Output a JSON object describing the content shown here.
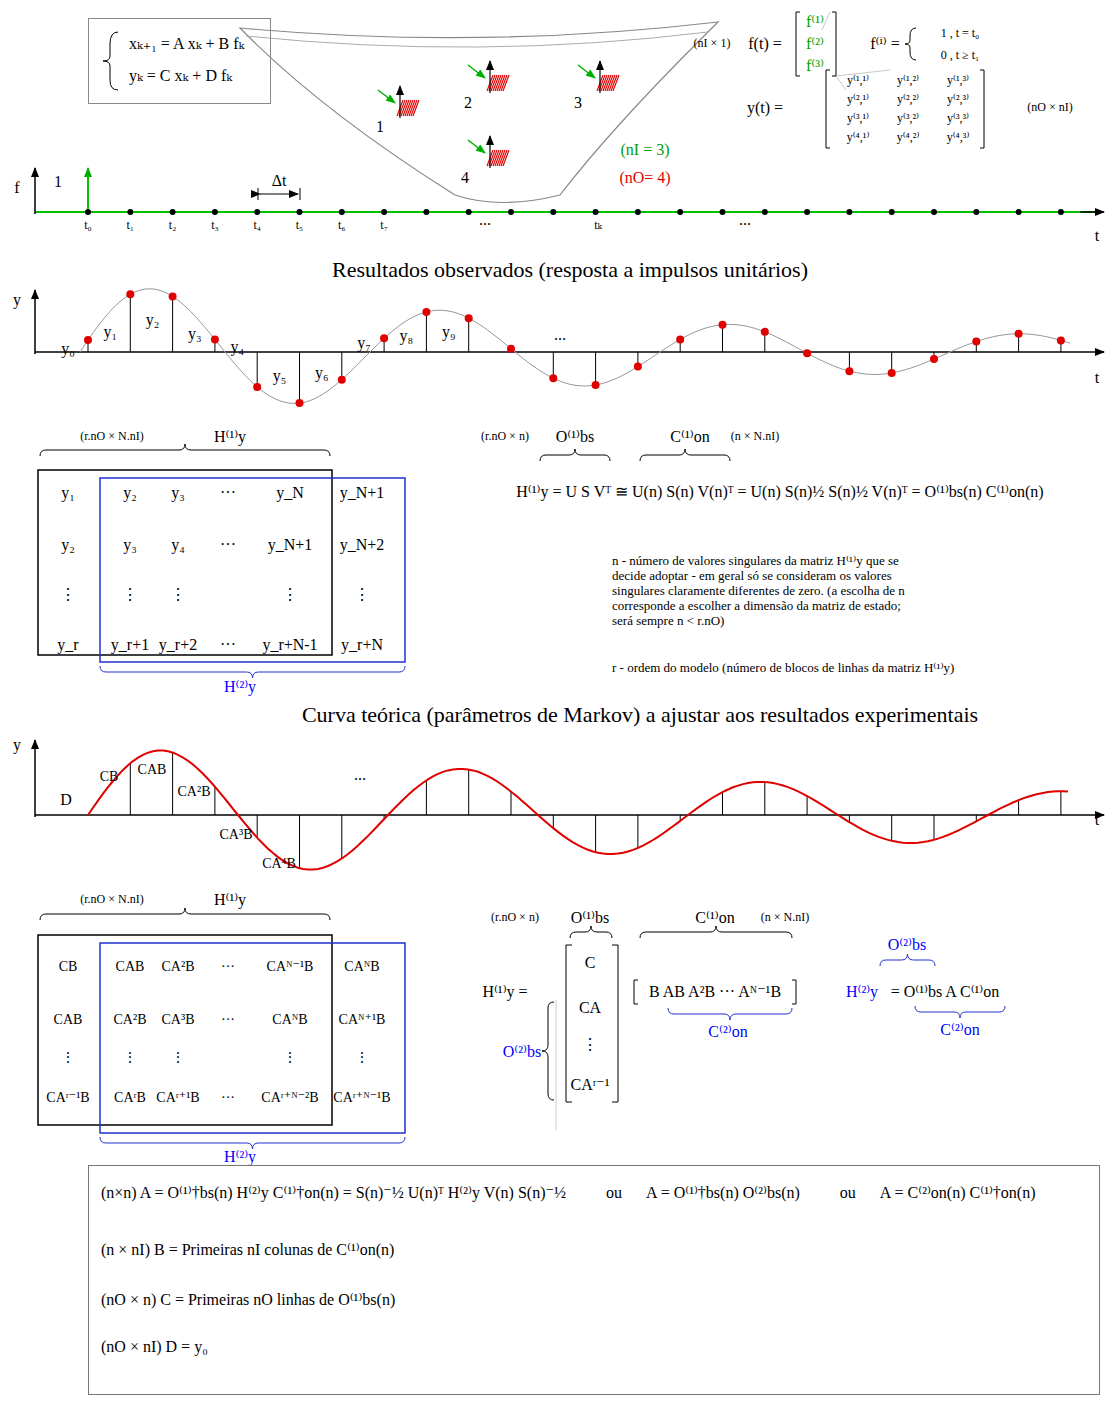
{
  "diagram": {
    "nodes": [
      {
        "text": [
          "xₖ₊₁ = A xₖ + B fₖ",
          "yₖ = C xₖ + D fₖ"
        ]
      },
      {
        "text": [
          "(n×n)  A = O⁽¹⁾†bs(n) H⁽²⁾y C⁽¹⁾†on(n) = S(n)⁻½ U(n)ᵀ H⁽²⁾y V(n) S(n)⁻½",
          "ou",
          "A = O⁽¹⁾†bs(n) O⁽²⁾bs(n)",
          "ou",
          "A = C⁽²⁾on(n) C⁽¹⁾†on(n)",
          "(n × nI)  B = Primeiras nI colunas de C⁽¹⁾on(n)",
          "(nO × n)  C = Primeiras nO linhas de O⁽¹⁾bs(n)",
          "(nO × nI)  D = y₀"
        ]
      }
    ],
    "labels": [
      "1",
      "2",
      "3",
      "4",
      "(nI = 3)",
      "(nO= 4)",
      "(nI × 1)",
      "f(t) =",
      "f⁽¹⁾",
      "f⁽²⁾",
      "f⁽³⁾",
      "f⁽ⁱ⁾ =",
      "1   , t = t₀",
      "0   , t ≥ t₁",
      "y(t) =",
      "y⁽¹,¹⁾",
      "y⁽¹,²⁾",
      "y⁽¹,³⁾",
      "y⁽²,¹⁾",
      "y⁽²,²⁾",
      "y⁽²,³⁾",
      "y⁽³,¹⁾",
      "y⁽³,²⁾",
      "y⁽³,³⁾",
      "y⁽⁴,¹⁾",
      "y⁽⁴,²⁾",
      "y⁽⁴,³⁾",
      "(nO × nI)",
      "f",
      "1",
      "Δt",
      "t₀",
      "t₁",
      "t₂",
      "t₃",
      "t₄",
      "t₅",
      "t₆",
      "t₇",
      "...",
      "tₖ",
      "...",
      "t",
      "Resultados observados (resposta a impulsos unitários)",
      "y",
      "y₀",
      "y₁",
      "y₂",
      "y₃",
      "y₄",
      "y₅",
      "y₆",
      "y₇",
      "y₈",
      "y₉",
      "...",
      "t",
      "(r.nO × N.nI)",
      "H⁽¹⁾y",
      "y₁",
      "y₂",
      "y₃",
      "···",
      "y_N",
      "y_N+1",
      "y₂",
      "y₃",
      "y₄",
      "···",
      "y_N+1",
      "y_N+2",
      "⋮",
      "⋮",
      "⋮",
      "⋮",
      "⋮",
      "y_r",
      "y_r+1",
      "y_r+2",
      "···",
      "y_r+N-1",
      "y_r+N",
      "H⁽²⁾y",
      "(r.nO × n)",
      "O⁽¹⁾bs",
      "C⁽¹⁾on",
      "(n × N.nI)",
      "H⁽¹⁾y = U S Vᵀ ≅ U(n) S(n) V(n)ᵀ = U(n) S(n)½ S(n)½ V(n)ᵀ = O⁽¹⁾bs(n) C⁽¹⁾on(n)",
      "n - número de valores singulares da matriz H⁽¹⁾y que se decide adoptar - em geral só se consideram os valores singulares claramente diferentes de zero. (a escolha de n corresponde a escolher a dimensão da matriz de estado; será sempre n < r.nO)",
      "r - ordem do modelo (número de blocos de linhas da matriz H⁽¹⁾y)",
      "Curva teórica (parâmetros de Markov) a ajustar aos resultados experimentais",
      "y",
      "D",
      "CB",
      "CAB",
      "CA²B",
      "CA³B",
      "CA⁴B",
      "...",
      "t",
      "(r.nO × N.nI)",
      "H⁽¹⁾y",
      "CB",
      "CAB",
      "CA²B",
      "···",
      "CAᴺ⁻¹B",
      "CAᴺB",
      "CAB",
      "CA²B",
      "CA³B",
      "···",
      "CAᴺB",
      "CAᴺ⁺¹B",
      "⋮",
      "⋮",
      "⋮",
      "⋮",
      "⋮",
      "CAʳ⁻¹B",
      "CAʳB",
      "CAʳ⁺¹B",
      "···",
      "CAʳ⁺ᴺ⁻²B",
      "CAʳ⁺ᴺ⁻¹B",
      "H⁽²⁾y",
      "(r.nO × n)",
      "O⁽¹⁾bs",
      "C⁽¹⁾on",
      "(n × N.nI)",
      "H⁽¹⁾y =",
      "C",
      "CA",
      "⋮",
      "CAʳ⁻¹",
      "B  AB  A²B  ···  Aᴺ⁻¹B",
      "C⁽²⁾on",
      "O⁽²⁾bs",
      "O⁽²⁾bs",
      "H⁽²⁾y",
      "= O⁽¹⁾bs A C⁽¹⁾on",
      "C⁽²⁾on"
    ]
  }
}
